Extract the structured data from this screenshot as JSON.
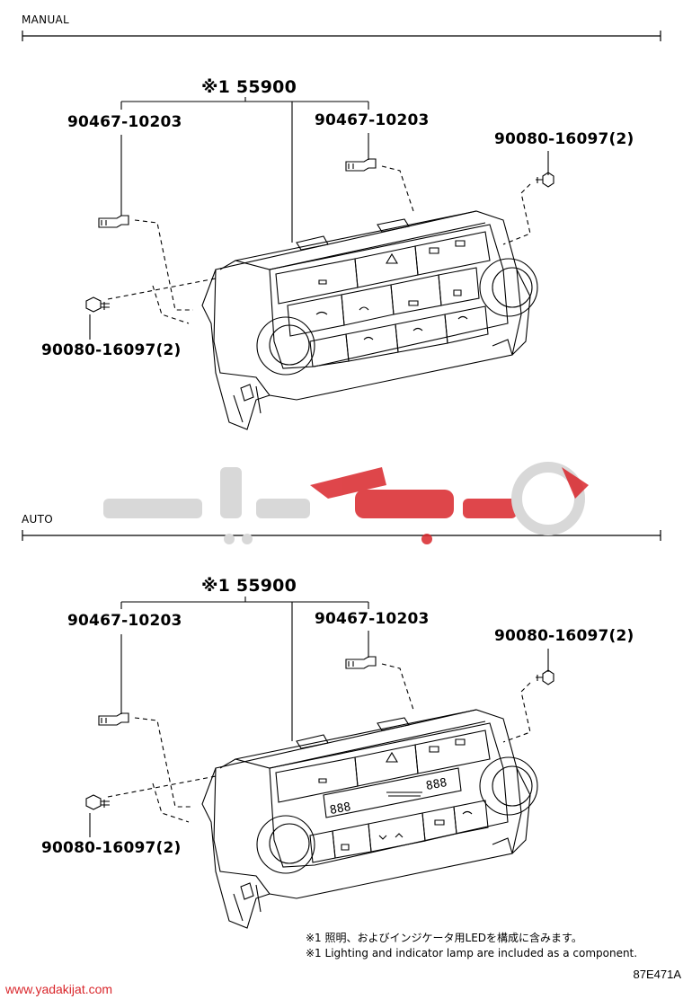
{
  "sections": {
    "manual": {
      "label": "MANUAL",
      "assembly_pn": "※1 55900",
      "clip_left_pn": "90467-10203",
      "clip_right_pn": "90467-10203",
      "screw_right_pn": "90080-16097(2)",
      "screw_left_pn": "90080-16097(2)"
    },
    "auto": {
      "label": "AUTO",
      "assembly_pn": "※1 55900",
      "clip_left_pn": "90467-10203",
      "clip_right_pn": "90467-10203",
      "screw_right_pn": "90080-16097(2)",
      "screw_left_pn": "90080-16097(2)",
      "display_left": "888",
      "display_right": "888"
    }
  },
  "notes": {
    "jp": "※1 照明、およびインジケータ用LEDを構成に含みます。",
    "en": "※1 Lighting and indicator lamp are included as a component."
  },
  "footer": {
    "url": "www.yadakijat.com",
    "figure_code": "87E471A"
  },
  "watermark": {
    "brand_color": "#d9262b",
    "gray_color": "#d8d8d8"
  }
}
